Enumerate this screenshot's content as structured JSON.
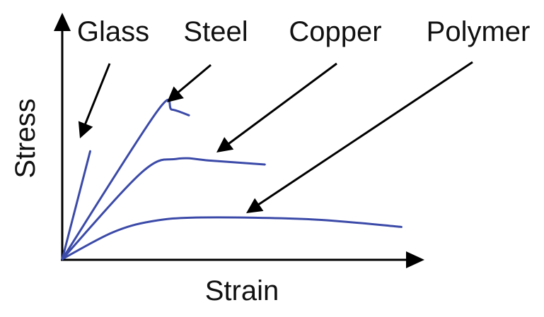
{
  "chart_data": {
    "type": "line",
    "xlabel": "Strain",
    "ylabel": "Stress",
    "grid": false,
    "colors": {
      "curve": "#3b4aa8",
      "axis": "#000000"
    },
    "series": [
      {
        "name": "Glass",
        "points": [
          [
            0,
            0
          ],
          [
            2.8,
            5.7
          ]
        ]
      },
      {
        "name": "Steel",
        "points": [
          [
            0,
            0
          ],
          [
            9.5,
            7.8
          ],
          [
            11,
            7.9
          ],
          [
            12.7,
            7.6
          ]
        ]
      },
      {
        "name": "Copper",
        "points": [
          [
            0,
            0
          ],
          [
            8,
            4.6
          ],
          [
            11.5,
            5.3
          ],
          [
            15,
            5.2
          ],
          [
            20.3,
            5.0
          ]
        ]
      },
      {
        "name": "Polymer",
        "points": [
          [
            0,
            0
          ],
          [
            5,
            1.4
          ],
          [
            9,
            2.0
          ],
          [
            14,
            2.2
          ],
          [
            25,
            2.1
          ],
          [
            34,
            1.7
          ]
        ]
      }
    ]
  }
}
